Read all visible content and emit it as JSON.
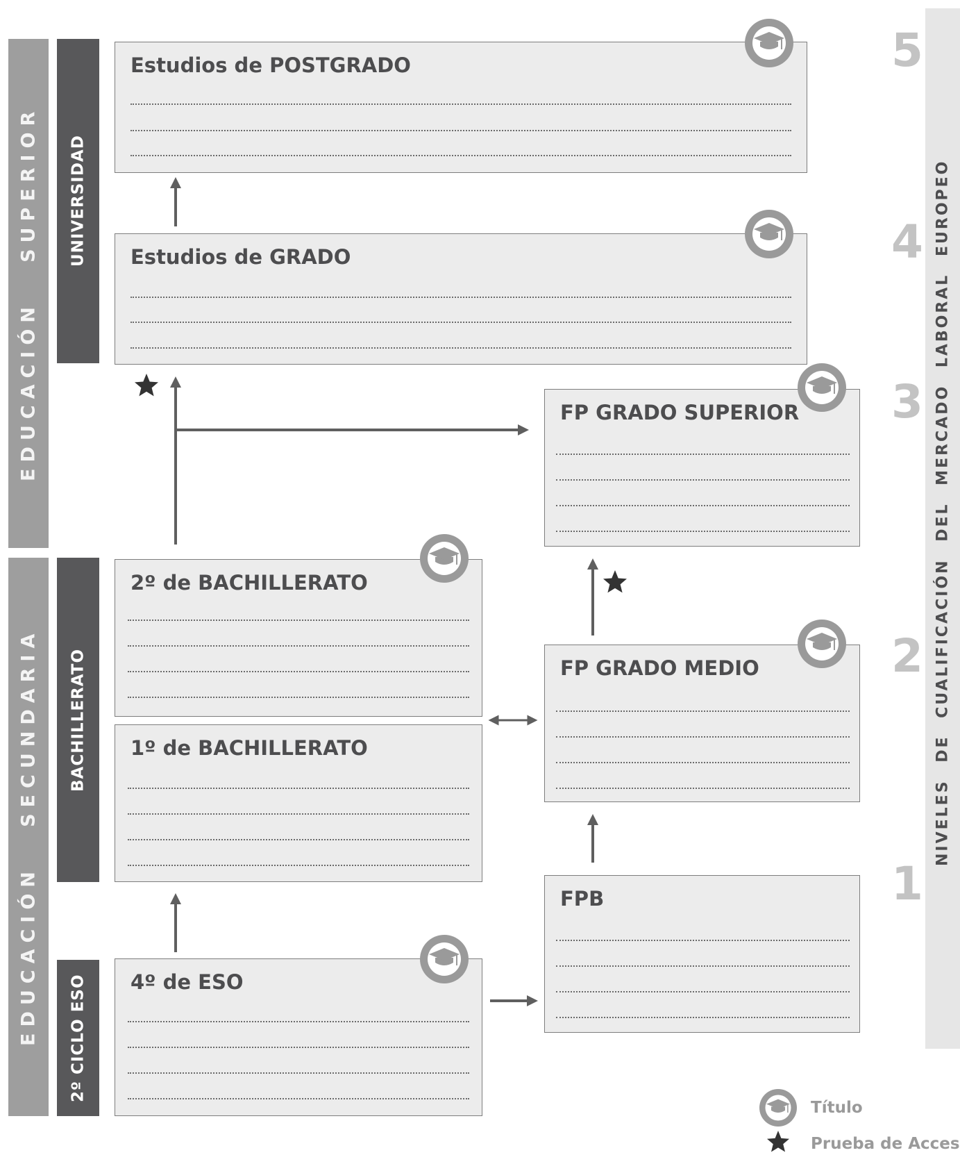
{
  "left_bands": {
    "superior": "EDUCACIÓN   SUPERIOR",
    "secundaria": "EDUCACIÓN   SECUNDARIA"
  },
  "sub_bands": {
    "universidad": "UNIVERSIDAD",
    "bachillerato": "BACHILLERATO",
    "eso": "2º CICLO ESO"
  },
  "boxes": {
    "postgrado": "Estudios de POSTGRADO",
    "grado": "Estudios de GRADO",
    "fp_superior": "FP GRADO SUPERIOR",
    "bach2": "2º de BACHILLERATO",
    "bach1": "1º de BACHILLERATO",
    "fp_medio": "FP GRADO MEDIO",
    "fpb": "FPB",
    "eso4": "4º de ESO"
  },
  "levels": [
    "5",
    "4",
    "3",
    "2",
    "1"
  ],
  "right_band": "NIVELES DE CUALIFICACIÓN DEL MERCADO LABORAL EUROPEO",
  "legend": {
    "titulo": "Título",
    "prueba": "Prueba de Acceso"
  },
  "colors": {
    "band_light": "#9e9e9e",
    "band_dark": "#58585a",
    "box_fill": "#ececec",
    "arrow": "#5f5f5f"
  },
  "icons": {
    "title_icon": "graduation-cap-icon",
    "access_icon": "star-icon"
  }
}
